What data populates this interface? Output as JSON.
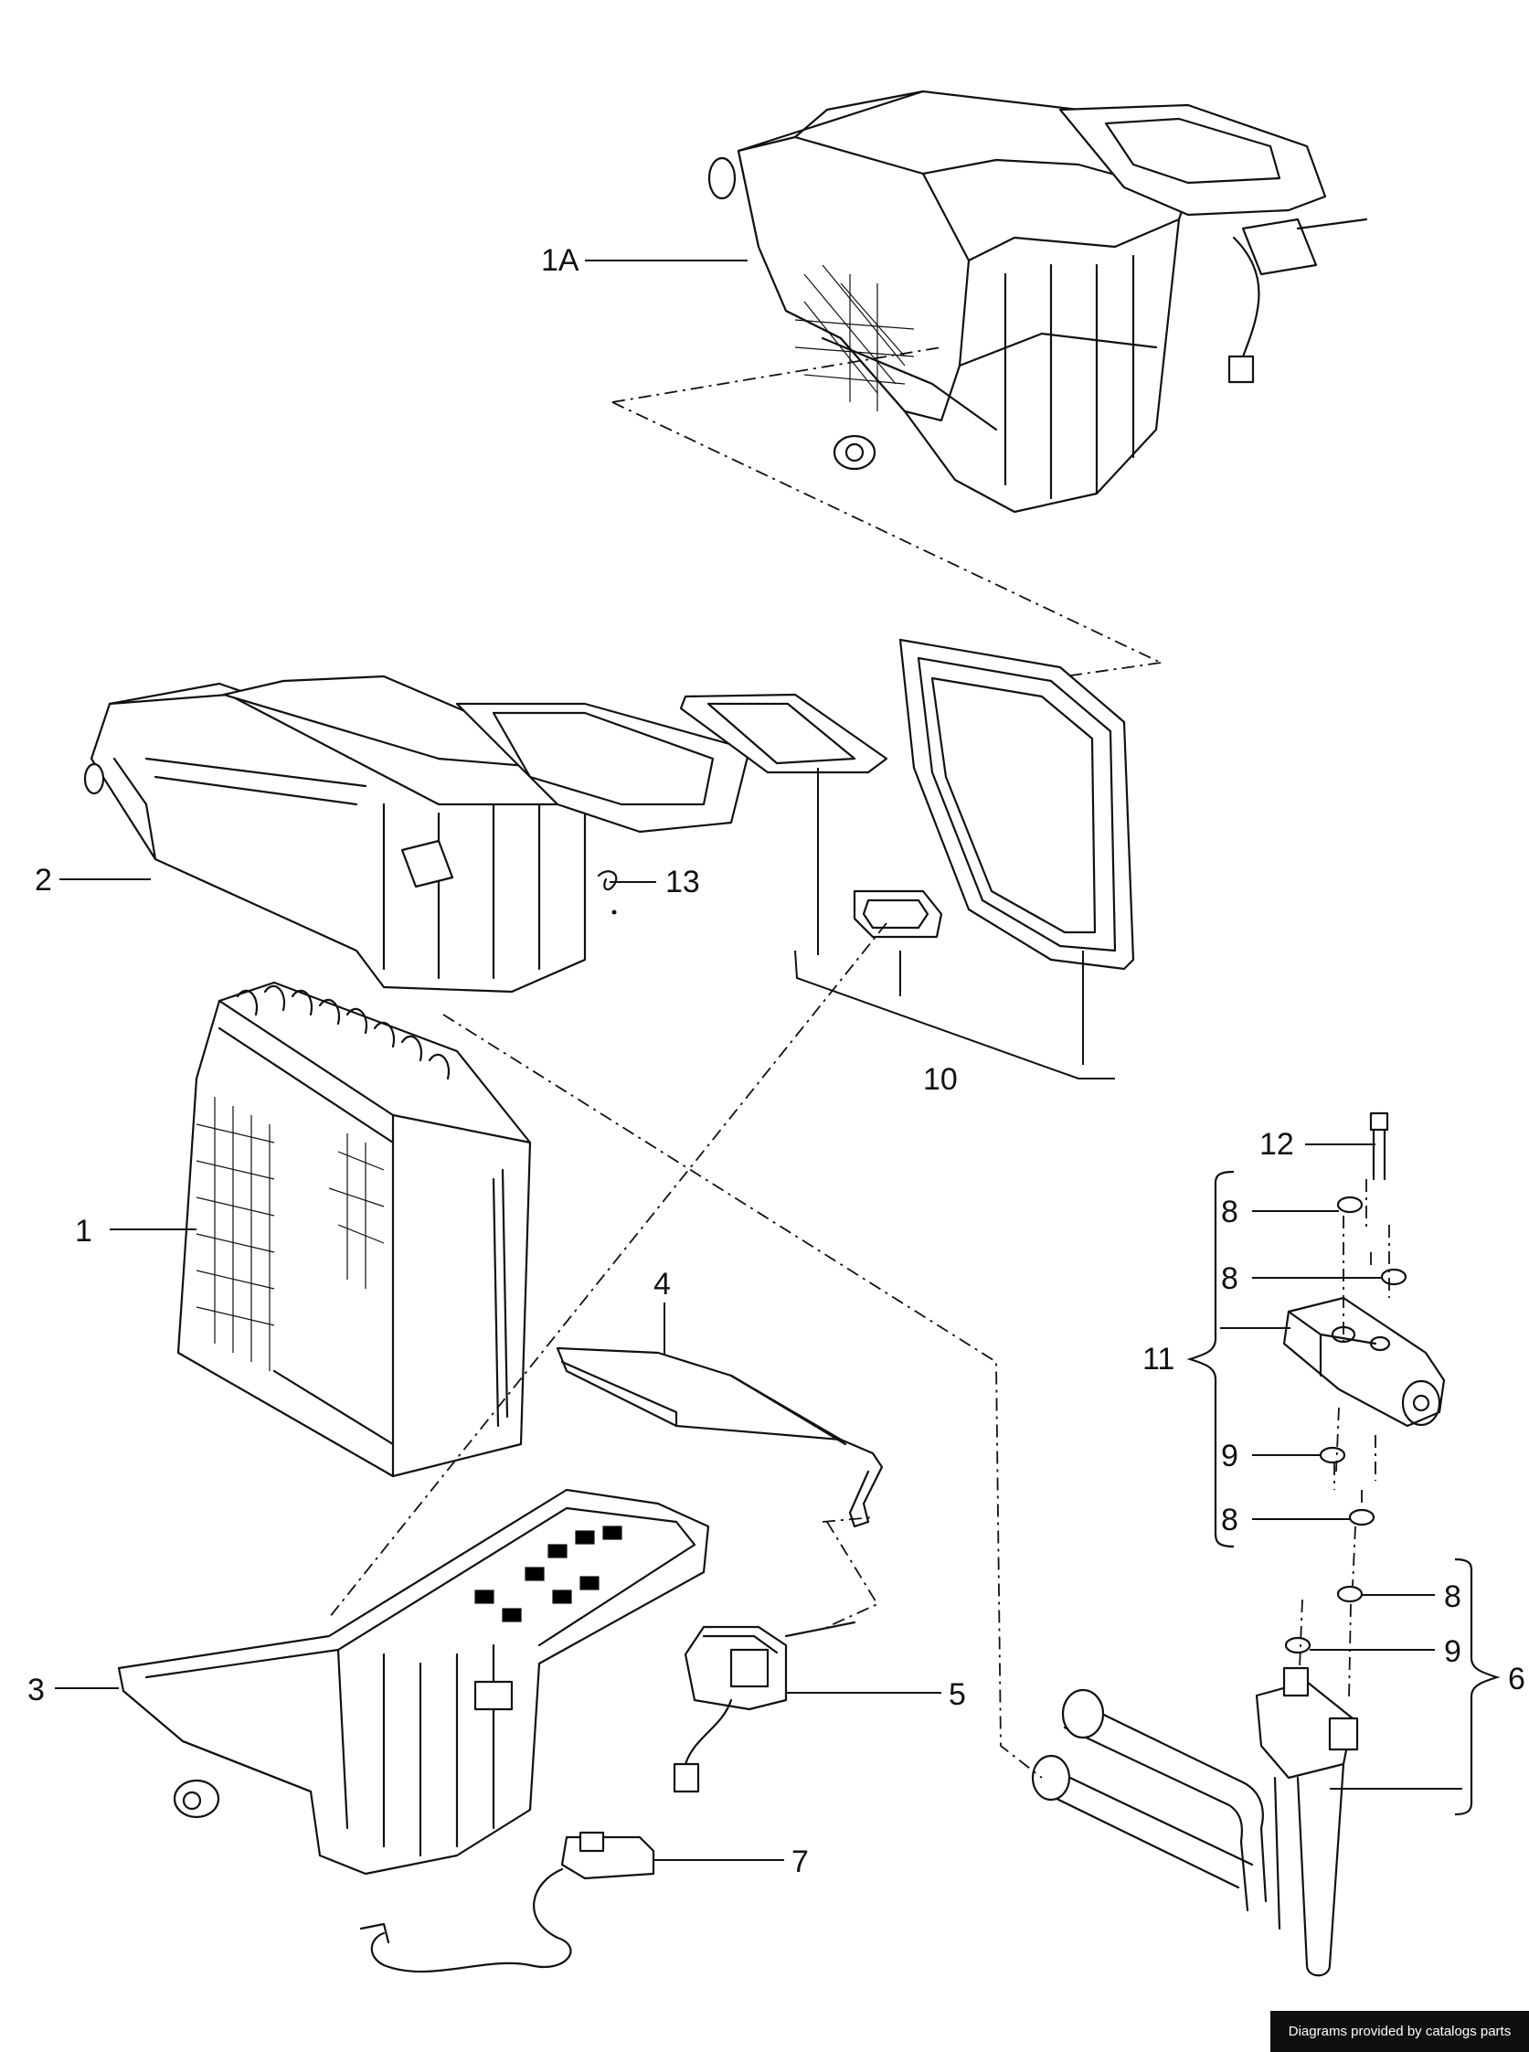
{
  "callouts": {
    "c1A": "1A",
    "c2": "2",
    "c13": "13",
    "c10": "10",
    "c12": "12",
    "c1": "1",
    "c8a": "8",
    "c8b": "8",
    "c11": "11",
    "c4": "4",
    "c9a": "9",
    "c8c": "8",
    "c8d": "8",
    "c3": "3",
    "c9b": "9",
    "c6": "6",
    "c5": "5",
    "c7": "7"
  },
  "credit": "Diagrams provided by catalogs parts"
}
